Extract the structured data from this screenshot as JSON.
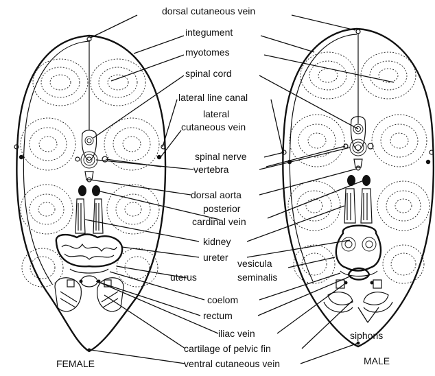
{
  "labels": {
    "dorsal_cutaneous_vein": "dorsal cutaneous vein",
    "integument": "integument",
    "myotomes": "myotomes",
    "spinal_cord": "spinal cord",
    "lateral_line_canal": "lateral line canal",
    "lateral_cutaneous_vein_1": "lateral",
    "lateral_cutaneous_vein_2": "cutaneous vein",
    "spinal_nerve": "spinal nerve",
    "vertebra": "vertebra",
    "dorsal_aorta": "dorsal aorta",
    "posterior_cardinal_vein_1": "posterior",
    "posterior_cardinal_vein_2": "cardinal vein",
    "kidney": "kidney",
    "ureter": "ureter",
    "vesicula_seminalis_1": "vesicula",
    "vesicula_seminalis_2": "seminalis",
    "uterus": "uterus",
    "coelom": "coelom",
    "rectum": "rectum",
    "iliac_vein": "iliac vein",
    "cartilage_of_pelvic_fin": "cartilage of pelvic fin",
    "ventral_cutaneous_vein": "ventral cutaneous vein",
    "siphons": "siphons",
    "female": "FEMALE",
    "male": "MALE"
  }
}
